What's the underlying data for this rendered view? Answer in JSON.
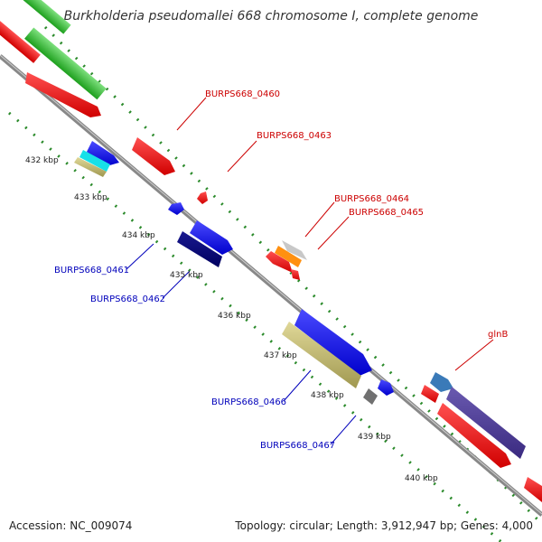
{
  "title": "Burkholderia pseudomallei 668 chromosome I, complete genome",
  "footer": {
    "accession": "Accession: NC_009074",
    "summary": "Topology: circular; Length: 3,912,947 bp; Genes: 4,000"
  },
  "ticks": [
    "432 kbp",
    "433 kbp",
    "434 kbp",
    "435 kbp",
    "436 kbp",
    "437 kbp",
    "438 kbp",
    "439 kbp",
    "440 kbp"
  ],
  "gene_labels": {
    "g0460": "BURPS668_0460",
    "g0463": "BURPS668_0463",
    "g0464": "BURPS668_0464",
    "g0465": "BURPS668_0465",
    "g0461": "BURPS668_0461",
    "g0462": "BURPS668_0462",
    "g0466": "BURPS668_0466",
    "g0467": "BURPS668_0467",
    "glnB": "glnB"
  },
  "colors": {
    "forward_label": "#cc0000",
    "reverse_label": "#0000bb",
    "backbone": "#888888",
    "dots": "#2a8a2a"
  }
}
